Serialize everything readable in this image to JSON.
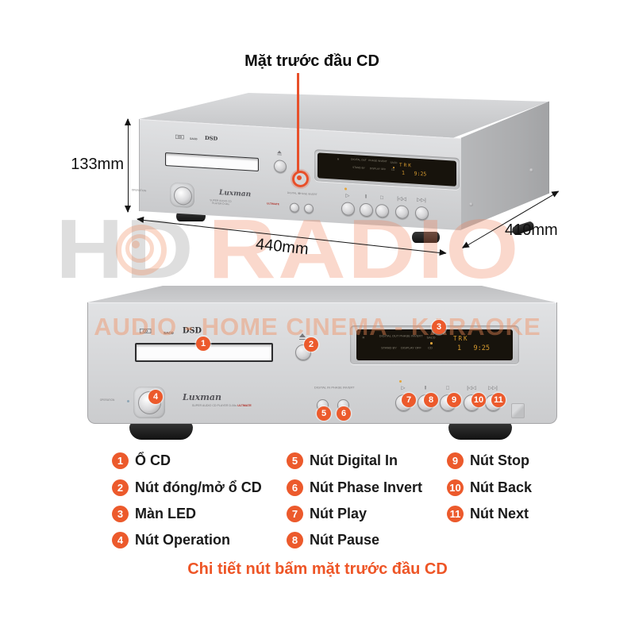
{
  "annotation": {
    "front_label": "Mặt trước đầu CD",
    "caption": "Chi tiết nút bấm mặt trước đầu CD"
  },
  "dimensions": {
    "height": "133mm",
    "width": "440mm",
    "depth": "410mm"
  },
  "watermark": {
    "brand_gray": "HD",
    "brand_red": "RADIO",
    "tagline": "AUDIO - HOME CINEMA - KARAOKE"
  },
  "device": {
    "logos": {
      "cd": "CD",
      "sacd": "SACD",
      "dsd": "DSD"
    },
    "panel": {
      "operation": "OPERATION",
      "brand": "Luxman",
      "brand_sub": "SUPER AUDIO CD PLAYER D-06u",
      "edition": "ULTIMATE",
      "digital_in": "DIGITAL IN",
      "phase_invert": "PHASE INVERT"
    },
    "display": {
      "r": "R",
      "digital_out": "DIGITAL OUT",
      "phase_invert": "PHASE INVERT",
      "sacd": "SACD",
      "stand_by": "STAND BY",
      "display_off": "DISPLAY OFF",
      "cd": "CD",
      "track_label": "TRK",
      "track_line": "1   9:25"
    },
    "transport_symbols": [
      "▷",
      "‖",
      "□",
      "|◁◁",
      "▷▷|"
    ],
    "icons": {
      "eject": "eject-triangle"
    }
  },
  "legend": {
    "columns": [
      [
        {
          "n": "1",
          "label": "Ổ CD"
        },
        {
          "n": "2",
          "label": "Nút đóng/mở ổ CD"
        },
        {
          "n": "3",
          "label": "Màn LED"
        },
        {
          "n": "4",
          "label": "Nút Operation"
        }
      ],
      [
        {
          "n": "5",
          "label": "Nút Digital In"
        },
        {
          "n": "6",
          "label": "Nút Phase Invert"
        },
        {
          "n": "7",
          "label": "Nút Play"
        },
        {
          "n": "8",
          "label": "Nút Pause"
        }
      ],
      [
        {
          "n": "9",
          "label": "Nút Stop"
        },
        {
          "n": "10",
          "label": "Nút Back"
        },
        {
          "n": "11",
          "label": "Nút Next"
        }
      ]
    ]
  },
  "colors": {
    "accent": "#ec5a2c",
    "display_amber": "#d79b2f",
    "watermark_pink": "#f2ab8c",
    "watermark_gray": "#bdbdbd"
  }
}
